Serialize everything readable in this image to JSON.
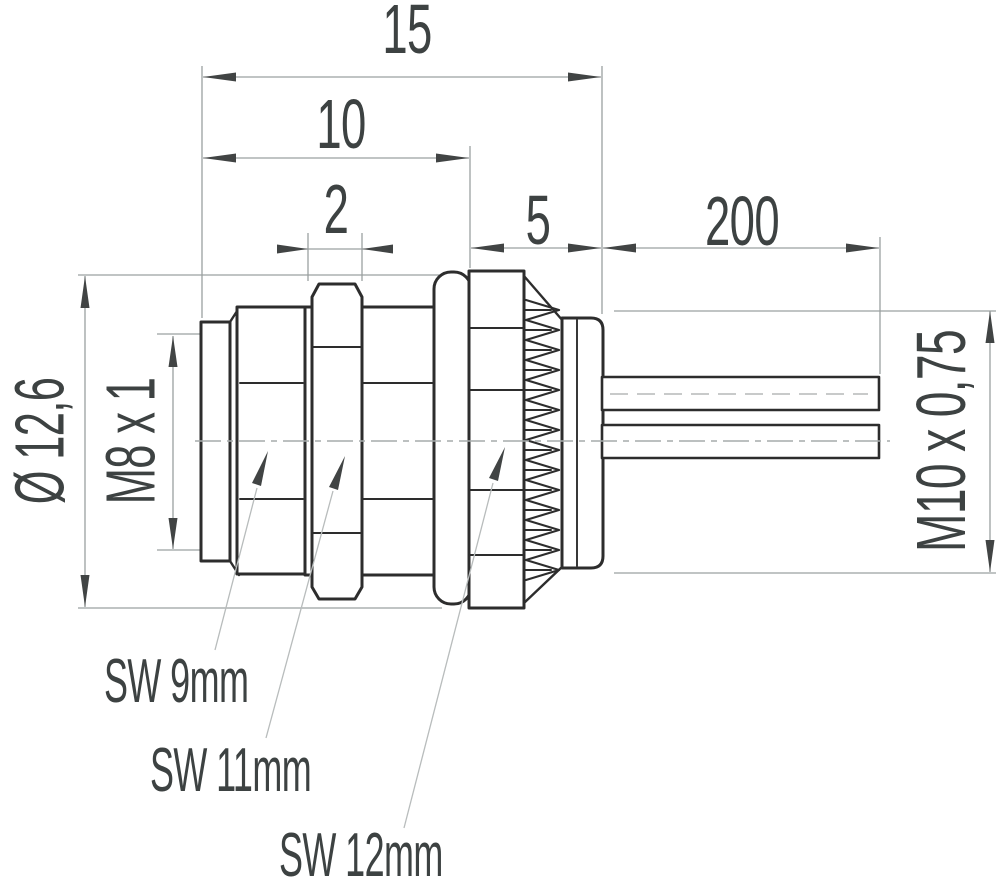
{
  "dimensions": {
    "total_length": "15",
    "front_length": "10",
    "locknut_width": "2",
    "rear_length": "5",
    "wire_length": "200",
    "flange_diameter": "Ø 12,6",
    "front_thread": "M8 x 1",
    "rear_thread": "M10 x 0,75"
  },
  "wrench_labels": {
    "sw9": "SW 9mm",
    "sw11": "SW 11mm",
    "sw12": "SW 12mm"
  },
  "colors": {
    "background": "#ffffff",
    "outline": "#2d2d2d",
    "dim_line": "#9aa0a0",
    "arrow": "#414444",
    "leader": "#b8bcbc",
    "text": "#3d4242",
    "centerline": "#a6abab"
  }
}
